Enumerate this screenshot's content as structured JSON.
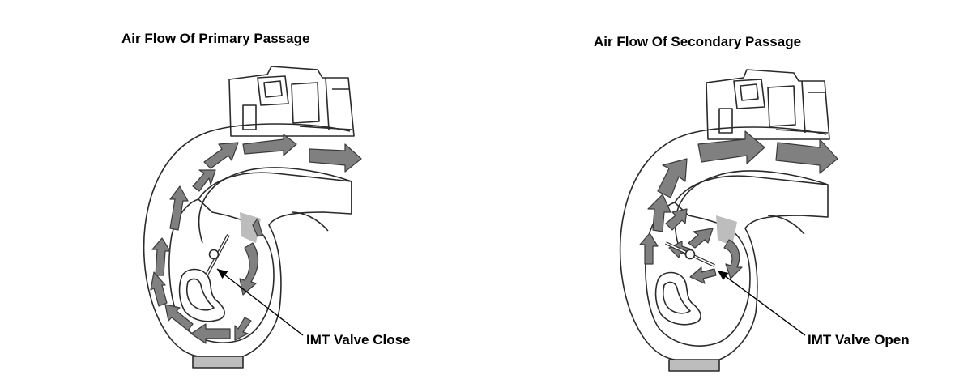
{
  "left_panel": {
    "title": "Air Flow Of Primary Passage",
    "callout": "IMT Valve Close"
  },
  "right_panel": {
    "title": "Air Flow Of Secondary Passage",
    "callout": "IMT Valve Open"
  },
  "colors": {
    "arrow_fill": "#808080",
    "arrow_stroke": "#3a3a3a",
    "outline": "#2a2a2a",
    "shade": "#bdbdbd"
  }
}
